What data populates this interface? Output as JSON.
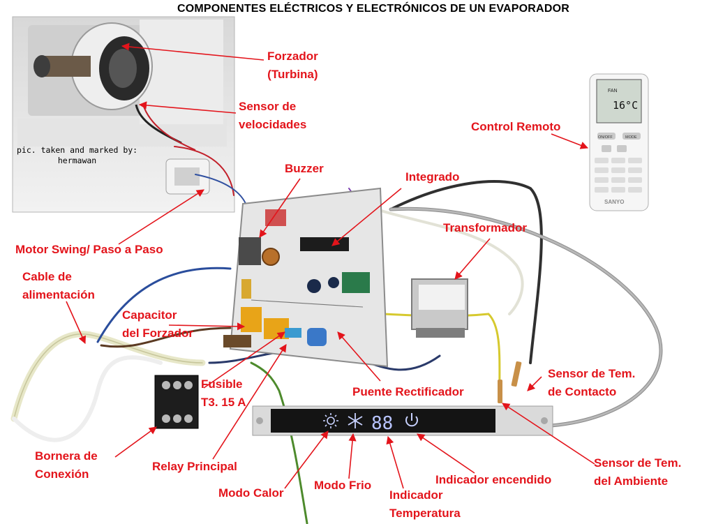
{
  "title": "COMPONENTES ELÉCTRICOS Y ELECTRÓNICOS DE UN EVAPORADOR",
  "credit": {
    "line1": "pic. taken and marked by:",
    "line2": "hermawan"
  },
  "labels": {
    "forzador_1": "Forzador",
    "forzador_2": "(Turbina)",
    "sensor_vel_1": "Sensor de",
    "sensor_vel_2": "velocidades",
    "control_remoto": "Control Remoto",
    "buzzer": "Buzzer",
    "integrado": "Integrado",
    "motor_swing": "Motor Swing/ Paso  a Paso",
    "transformador": "Transformador",
    "cable_1": "Cable de",
    "cable_2": "alimentación",
    "capacitor_1": "Capacitor",
    "capacitor_2": "del Forzador",
    "sensor_contacto_1": "Sensor de Tem.",
    "sensor_contacto_2": "de Contacto",
    "fusible_1": "Fusible",
    "fusible_2": "T3. 15 A",
    "puente": "Puente Rectificador",
    "bornera_1": "Bornera de",
    "bornera_2": "Conexión",
    "relay": "Relay Principal",
    "sensor_amb_1": "Sensor de Tem.",
    "sensor_amb_2": "del Ambiente",
    "indicador_encendido": "Indicador encendido",
    "modo_calor": "Modo Calor",
    "modo_frio": "Modo Frio",
    "indicador_temp_1": "Indicador",
    "indicador_temp_2": "Temperatura"
  },
  "remote": {
    "temp": "16°C",
    "fan": "FAN",
    "brand": "SANYO",
    "on_off": "ON/OFF",
    "mode": "MODE"
  },
  "display": {
    "digits": "88"
  },
  "colors": {
    "label": "#e3141b",
    "arrow": "#e3141b",
    "board": "#e9e9e9",
    "panel": "#141414"
  }
}
